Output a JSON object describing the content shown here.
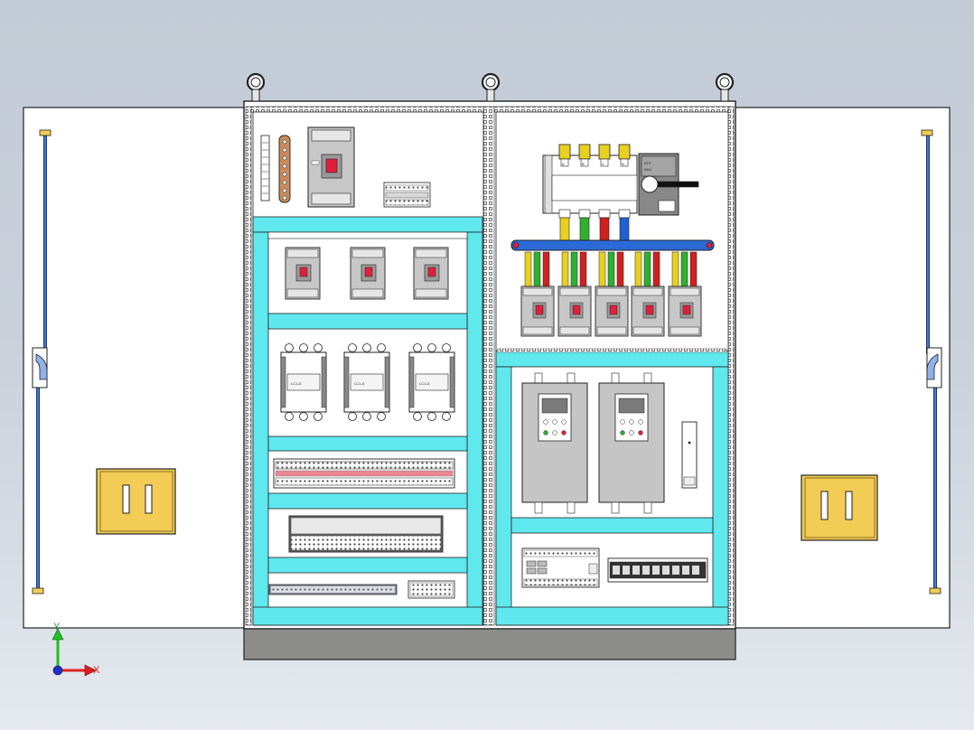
{
  "scene": {
    "view_type": "cad-assembly-front-view",
    "subject": "two-bay electrical control cabinet",
    "colors": {
      "background_top": "#c3cbd6",
      "sheet_metal": "#ffffff",
      "mounting_rail": "#5fe8ee",
      "gland_plate": "#8c8c8a",
      "handle": "#f2cc55",
      "hinge_rod": "#3a7ce8",
      "phase_a": "#e8d020",
      "phase_b": "#30b030",
      "phase_c": "#d02020",
      "neutral": "#2060d0",
      "bus_bar": "#2c6ad8",
      "breaker": "#c7c7c7",
      "drive": "#c5c5c5"
    }
  },
  "axis_triad": {
    "x_label": "X",
    "y_label": "Y",
    "x_color": "#e02020",
    "y_color": "#20c020",
    "z_color": "#2030d0"
  },
  "left_door": {
    "handle_icon": "handle-icon"
  },
  "right_door": {
    "handle_icon": "handle-icon"
  },
  "left_bay": {
    "top_section": [
      "terminal-strip",
      "copper-bus-bar",
      "main-breaker",
      "fuse-block"
    ],
    "breakers_count": 3,
    "contactors": {
      "count": 3,
      "labels": [
        "LC1-D",
        "LC1-D",
        "LC1-D"
      ]
    },
    "terminal_row": "terminal-block-row",
    "relay_row": "relay-module-row",
    "bottom_row": [
      "terminal-strip-bottom",
      "control-terminals"
    ]
  },
  "right_bay": {
    "switch": {
      "phase_labels": [
        "A",
        "B",
        "C",
        "N"
      ],
      "label_line1": "ATS",
      "label_line2": "NXZ"
    },
    "feeder_breakers_count": 5,
    "drives_count": 2,
    "aux_module": "slim-module",
    "plc": "plc-unit",
    "terminal_blocks_count": 9
  }
}
